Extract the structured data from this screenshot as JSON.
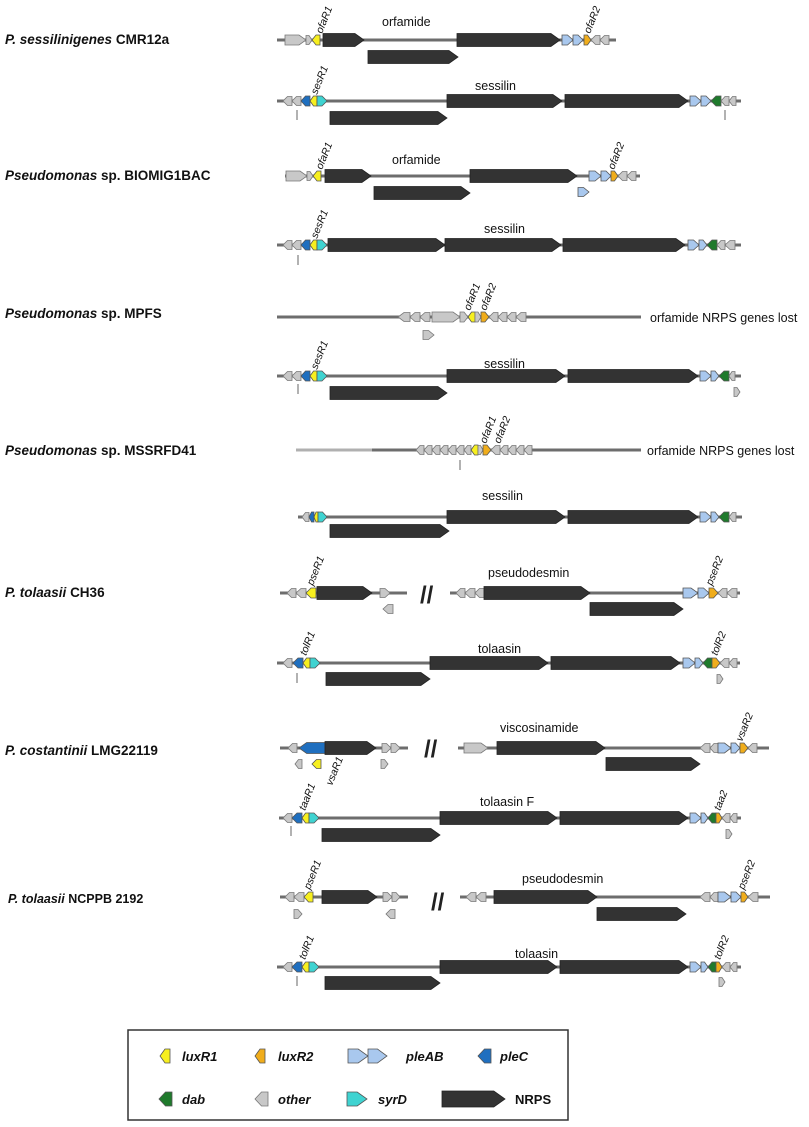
{
  "colors": {
    "luxR1": "#f7ef1f",
    "luxR2": "#f0ad1c",
    "pleAB": "#a9c8ee",
    "pleC": "#1f6fbf",
    "dab": "#1f7a2c",
    "other": "#c8c8c8",
    "syrD": "#3fd3d1",
    "NRPS": "#333333",
    "line": "#6d6d6d"
  },
  "organisms": [
    {
      "genus": "P. sessilinigenes",
      "strain": "CMR12a",
      "genus_italic": true
    },
    {
      "genus": "Pseudomonas",
      "strain": "sp. BIOMIG1BAC",
      "genus_italic": true
    },
    {
      "genus": "Pseudomonas",
      "strain": "sp. MPFS",
      "genus_italic": true
    },
    {
      "genus": "Pseudomonas",
      "strain": "sp. MSSRFD41",
      "genus_italic": true
    },
    {
      "genus": "P. tolaasii",
      "strain": "CH36",
      "genus_italic": true
    },
    {
      "genus": "P. costantinii",
      "strain": "LMG22119",
      "genus_italic": true
    },
    {
      "genus": "P. tolaasii",
      "strain": "NCPPB 2192",
      "genus_italic": true
    }
  ],
  "cluster_labels": [
    "orfamide",
    "sessilin",
    "orfamide",
    "sessilin",
    "sessilin",
    "sessilin",
    "pseudodesmin",
    "tolaasin",
    "viscosinamide",
    "tolaasin F",
    "pseudodesmin",
    "tolaasin"
  ],
  "gene_labels": [
    "ofaR1",
    "ofaR2",
    "sesR1",
    "ofaR1",
    "ofaR2",
    "sesR1",
    "ofaR1",
    "ofaR2",
    "sesR1",
    "ofaR1",
    "ofaR2",
    "pseR1",
    "pseR2",
    "tolR1",
    "tolR2",
    "vsaR1",
    "vsaR2",
    "taaR1",
    "taa2",
    "pseR1",
    "pseR2",
    "tolR1",
    "tolR2"
  ],
  "notes": [
    "orfamide NRPS genes lost",
    "orfamide NRPS genes lost"
  ],
  "break_mark": "//",
  "legend": [
    {
      "label": "luxR1",
      "key": "luxR1"
    },
    {
      "label": "luxR2",
      "key": "luxR2"
    },
    {
      "label": "pleAB",
      "key": "pleAB"
    },
    {
      "label": "pleC",
      "key": "pleC"
    },
    {
      "label": "dab",
      "key": "dab"
    },
    {
      "label": "other",
      "key": "other"
    },
    {
      "label": "syrD",
      "key": "syrD"
    },
    {
      "label": "NRPS",
      "key": "NRPS"
    }
  ]
}
